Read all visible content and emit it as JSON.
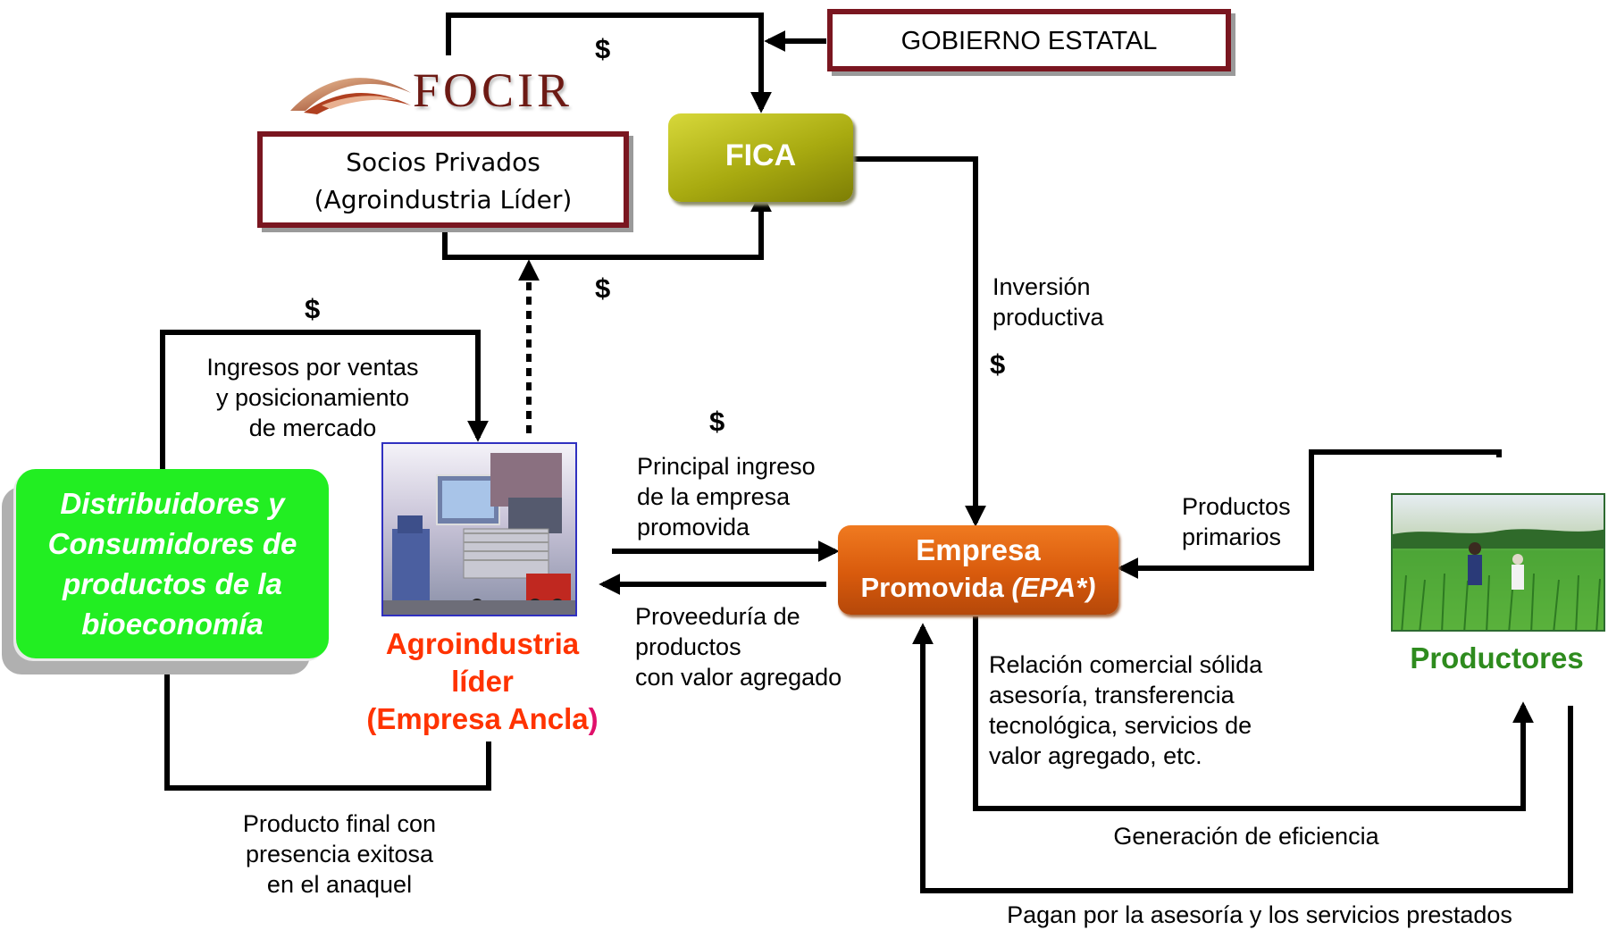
{
  "colors": {
    "maroon": "#7a1620",
    "olive": "#a8aa10",
    "green_box": "#22ee22",
    "orange_box": "#e06010",
    "red_text": "#ff3300",
    "green_text": "#2e8b1e",
    "line": "#000000"
  },
  "gobierno": {
    "label": "GOBIERNO ESTATAL"
  },
  "focir": {
    "logo_text": "FOCIR"
  },
  "socios": {
    "line1": "Socios Privados",
    "line2": "(Agroindustria Líder)"
  },
  "fica": {
    "label": "FICA"
  },
  "distribuidores": {
    "lines": [
      "Distribuidores y",
      "Consumidores de",
      "productos de la",
      "bioeconomía"
    ]
  },
  "agroindustria": {
    "line1": "Agroindustria",
    "line2": "líder",
    "line3": "(Empresa Ancla",
    "line3_paren": ")"
  },
  "empresa": {
    "line1": "Empresa",
    "line2": "Promovida",
    "line2_italic": "(EPA*)"
  },
  "productores": {
    "label": "Productores"
  },
  "labels": {
    "dollar": "$",
    "ingresos": [
      "Ingresos por ventas",
      "y posicionamiento",
      "de mercado"
    ],
    "inversion": [
      "Inversión",
      "productiva"
    ],
    "principal": [
      "Principal ingreso",
      "de la empresa",
      "promovida"
    ],
    "proveeduria": [
      "Proveeduría de",
      "productos",
      "con valor agregado"
    ],
    "productos_primarios": [
      "Productos",
      "primarios"
    ],
    "relacion": [
      "Relación comercial sólida",
      "asesoría, transferencia",
      "tecnológica, servicios de",
      "valor agregado, etc."
    ],
    "generacion": "Generación de eficiencia",
    "pagan": "Pagan por la asesoría y los servicios prestados",
    "producto_final": [
      "Producto final con",
      "presencia exitosa",
      "en el anaquel"
    ]
  }
}
